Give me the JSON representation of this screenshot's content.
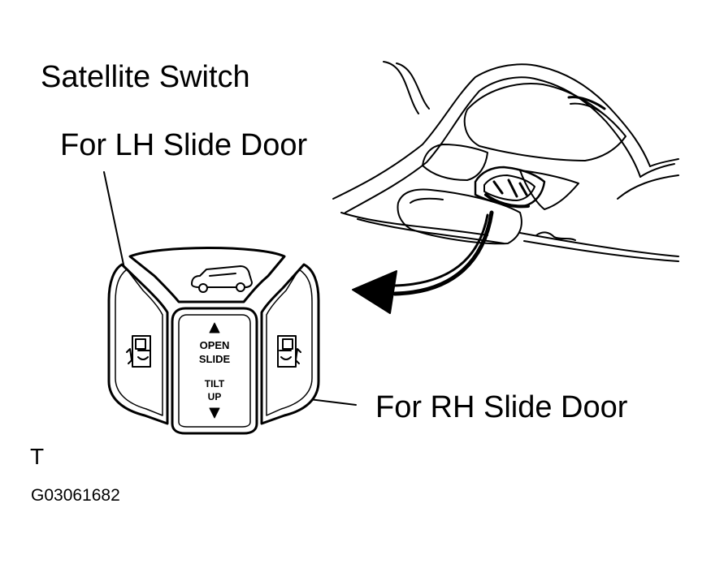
{
  "labels": {
    "title": "Satellite Switch",
    "lh_door": "For LH Slide Door",
    "rh_door": "For RH Slide Door",
    "marker": "T",
    "figure_code": "G03061682"
  },
  "switch_buttons": {
    "open": "OPEN",
    "slide": "SLIDE",
    "tilt": "TILT",
    "up": "UP"
  },
  "icons": {
    "up_arrow": "up-triangle-icon",
    "down_arrow": "down-triangle-icon",
    "vehicle": "vehicle-icon",
    "lh_door": "slide-door-icon",
    "rh_door": "slide-door-icon"
  },
  "colors": {
    "stroke": "#000000",
    "fill": "#ffffff"
  }
}
